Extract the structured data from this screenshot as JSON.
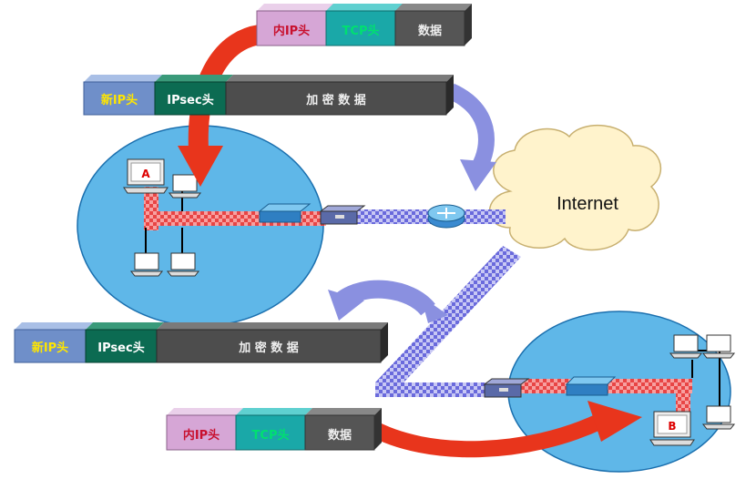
{
  "packets": {
    "top_inner": {
      "inner_ip": "内IP头",
      "tcp": "TCP头",
      "data": "数据"
    },
    "top_outer": {
      "new_ip": "新IP头",
      "ipsec": "IPsec头",
      "enc_data": "加 密 数 据"
    },
    "bottom_outer": {
      "new_ip": "新IP头",
      "ipsec": "IPsec头",
      "enc_data": "加 密 数 据"
    },
    "bottom_inner": {
      "inner_ip": "内IP头",
      "tcp": "TCP头",
      "data": "数据"
    }
  },
  "nodes": {
    "host_a": "A",
    "host_b": "B",
    "internet": "Internet"
  },
  "colors": {
    "lan_blue": "#5fb7e8",
    "inner_ip_fill": "#d6a6d6",
    "tcp_fill": "#1aa8a8",
    "data_fill": "#555555",
    "new_ip_fill": "#6f8fc9",
    "ipsec_fill": "#0c6b52",
    "enc_fill": "#4d4d4d",
    "red_arrow": "#e8351c",
    "purple_arrow": "#8a90e0"
  }
}
